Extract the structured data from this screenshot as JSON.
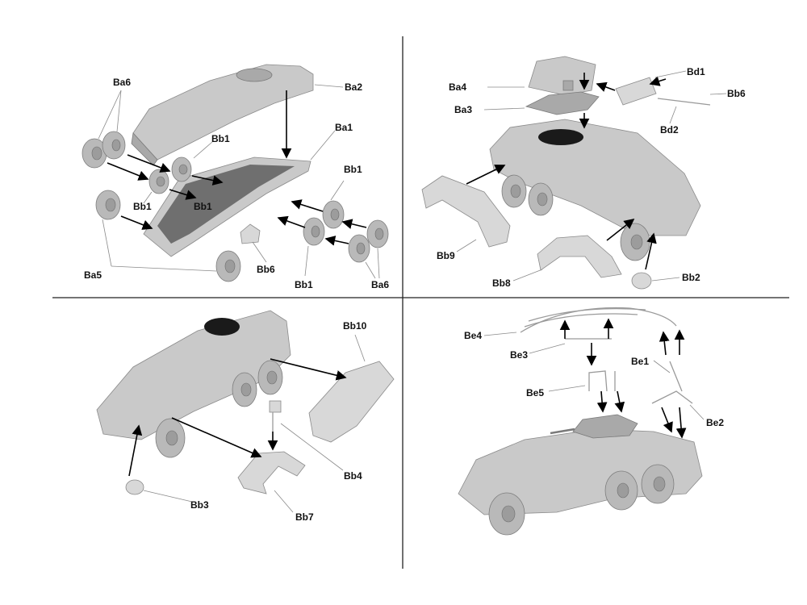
{
  "panels": [
    {
      "id": "top-left",
      "labels": [
        "Ba6",
        "Ba2",
        "Bb1",
        "Ba1",
        "Bb1",
        "Bb1",
        "Bb1",
        "Ba5",
        "Bb6",
        "Bb1",
        "Ba6"
      ]
    },
    {
      "id": "top-right",
      "labels": [
        "Ba4",
        "Bd1",
        "Bb6",
        "Ba3",
        "Bd2",
        "Bb9",
        "Bb8",
        "Bb2"
      ]
    },
    {
      "id": "bottom-left",
      "labels": [
        "Bb10",
        "Bb4",
        "Bb3",
        "Bb7"
      ]
    },
    {
      "id": "bottom-right",
      "labels": [
        "Be4",
        "Be3",
        "Be1",
        "Be5",
        "Be2"
      ]
    }
  ],
  "colors": {
    "background": "#ffffff",
    "model_gray": "#c9c9c9",
    "arrow": "#000000",
    "divider": "#222222"
  }
}
